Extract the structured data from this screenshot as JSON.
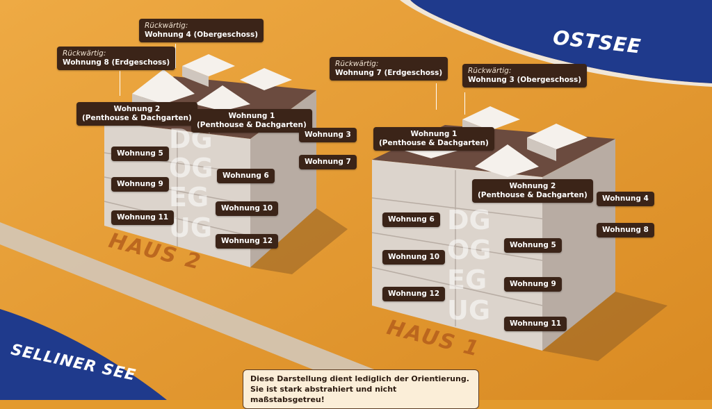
{
  "seas": {
    "east": "OSTSEE",
    "west": "SELLINER SEE"
  },
  "houses": {
    "haus1": "HAUS 1",
    "haus2": "HAUS 2"
  },
  "floors": [
    "DG",
    "OG",
    "EG",
    "UG"
  ],
  "haus2_labels": {
    "w4_rear": {
      "prefix": "Rückwärtig:",
      "label": "Wohnung 4 (Obergeschoss)"
    },
    "w8_rear": {
      "prefix": "Rückwärtig:",
      "label": "Wohnung 8 (Erdgeschoss)"
    },
    "w2": [
      "Wohnung 2",
      "(Penthouse & Dachgarten)"
    ],
    "w1": [
      "Wohnung 1",
      "(Penthouse & Dachgarten)"
    ],
    "w3": "Wohnung 3",
    "w7": "Wohnung 7",
    "w5": "Wohnung 5",
    "w6": "Wohnung 6",
    "w9": "Wohnung 9",
    "w10": "Wohnung 10",
    "w11": "Wohnung 11",
    "w12": "Wohnung 12"
  },
  "haus1_labels": {
    "w7_rear": {
      "prefix": "Rückwärtig:",
      "label": "Wohnung 7 (Erdgeschoss)"
    },
    "w3_rear": {
      "prefix": "Rückwärtig:",
      "label": "Wohnung 3 (Obergeschoss)"
    },
    "w1": [
      "Wohnung 1",
      "(Penthouse & Dachgarten)"
    ],
    "w2": [
      "Wohnung 2",
      "(Penthouse & Dachgarten)"
    ],
    "w4": "Wohnung 4",
    "w8": "Wohnung 8",
    "w6": "Wohnung 6",
    "w5": "Wohnung 5",
    "w10": "Wohnung 10",
    "w9": "Wohnung 9",
    "w12": "Wohnung 12",
    "w11": "Wohnung 11"
  },
  "note": [
    "Diese Darstellung dient lediglich der Orientierung.",
    "Sie ist stark abstrahiert und nicht maßstabsgetreu!"
  ],
  "colors": {
    "ground": "#e39a2e",
    "sea": "#1f3a8c",
    "label": "#3b2418"
  }
}
